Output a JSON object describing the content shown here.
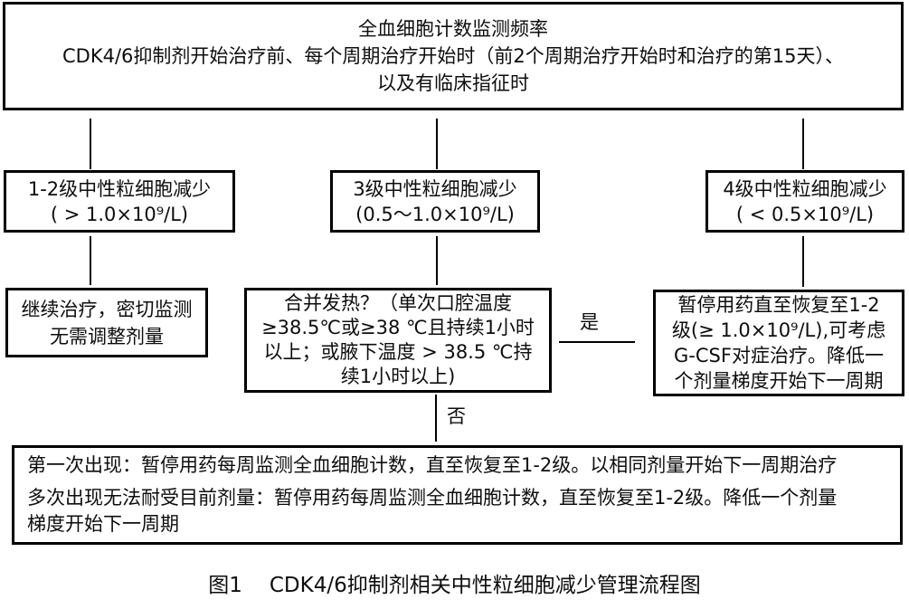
{
  "colors": {
    "border": "#000000",
    "text": "#0d0d0d",
    "background": "#ffffff"
  },
  "boxes": {
    "monitoring": {
      "lines": [
        "全血细胞计数监测频率",
        "CDK4/6抑制剂开始治疗前、每个周期治疗开始时（前2个周期治疗开始时和治疗的第15天）、",
        "以及有临床指征时"
      ]
    },
    "grade12": {
      "lines": [
        "1-2级中性粒细胞减少",
        "( > 1.0×10⁹/L)"
      ]
    },
    "grade3": {
      "lines": [
        "3级中性粒细胞减少",
        "(0.5～1.0×10⁹/L)"
      ]
    },
    "grade4": {
      "lines": [
        "4级中性粒细胞减少",
        "( < 0.5×10⁹/L)"
      ]
    },
    "continue_treatment": {
      "lines": [
        "继续治疗，密切监测",
        "无需调整剂量"
      ]
    },
    "fever_question": {
      "lines": [
        "合并发热？（单次口腔温度",
        "≥38.5℃或≥38 ℃且持续1小时",
        "以上；或腋下温度 > 38.5 ℃持",
        "续1小时以上)"
      ]
    },
    "hold_drug": {
      "lines": [
        "暂停用药直至恢复至1-2",
        "级(≥ 1.0×10⁹/L),可考虑",
        "G-CSF对症治疗。降低一",
        "个剂量梯度开始下一周期"
      ]
    },
    "recurrence": {
      "first_occurrence": "第一次出现：暂停用药每周监测全血细胞计数，直至恢复至1-2级。以相同剂量开始下一周期治疗",
      "repeat_occurrence_lines": [
        "多次出现无法耐受目前剂量：暂停用药每周监测全血细胞计数，直至恢复至1-2级。降低一个剂量",
        "梯度开始下一周期"
      ]
    }
  },
  "edges": {
    "yes_label": "是",
    "no_label": "否"
  },
  "caption": {
    "label": "图1",
    "title": "CDK4/6抑制剂相关中性粒细胞减少管理流程图"
  }
}
